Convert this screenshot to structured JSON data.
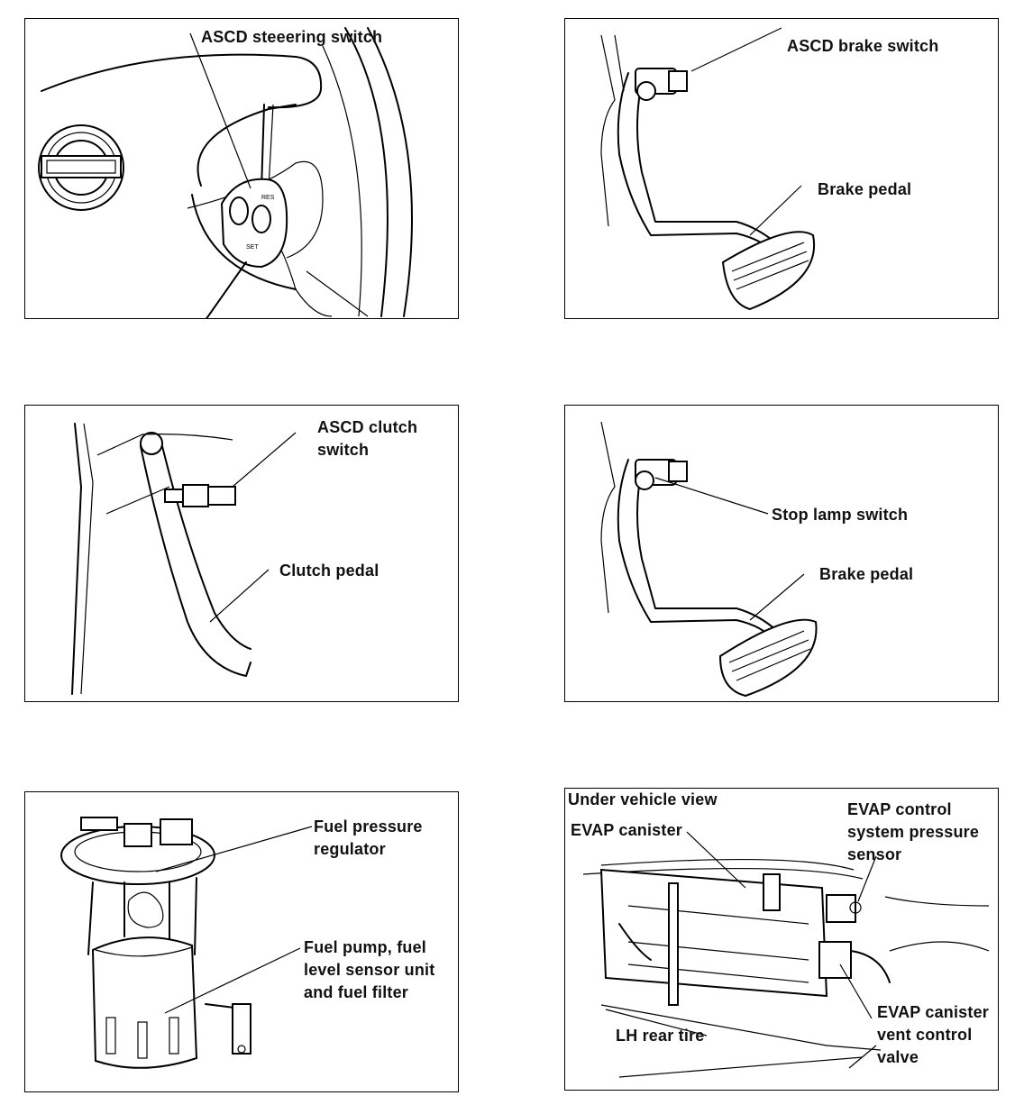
{
  "panels": {
    "steering": {
      "label_switch": "ASCD steeering switch"
    },
    "brake_switch": {
      "label_switch": "ASCD brake switch",
      "label_pedal": "Brake pedal"
    },
    "clutch": {
      "label_switch": "ASCD clutch\nswitch",
      "label_pedal": "Clutch pedal"
    },
    "stop_lamp": {
      "label_switch": "Stop lamp switch",
      "label_pedal": "Brake pedal"
    },
    "fuel": {
      "label_regulator": "Fuel pressure\nregulator",
      "label_pump": "Fuel pump, fuel\nlevel sensor unit\nand fuel filter"
    },
    "evap": {
      "label_view": "Under vehicle view",
      "label_canister": "EVAP canister",
      "label_pressure": "EVAP control\nsystem pressure\nsensor",
      "label_tire": "LH rear tire",
      "label_valve": "EVAP canister\nvent control\nvalve"
    }
  }
}
